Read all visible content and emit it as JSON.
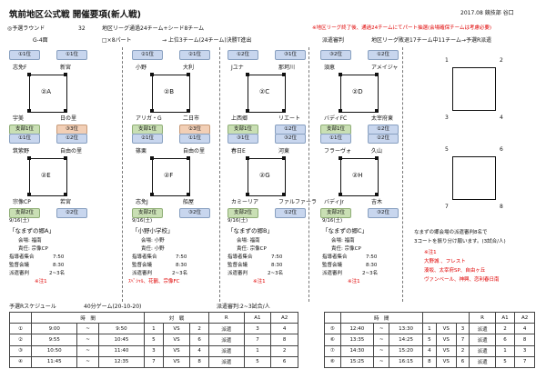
{
  "header": {
    "title": "筑前地区公式戦 開催要項(新人戦)",
    "date_author": "2017.08 競技部 谷口"
  },
  "info": {
    "round_label": "◎予選ラウンド",
    "teams_count": "32",
    "teams_desc": "地区リーグ通過24チーム+シード8チーム",
    "red_note": "※地区リーグ終了後、通過24チームにてパート抽選(会場確保チームは考慮必要)",
    "g4": "G-4面",
    "parts": "□×8パート",
    "advance": "→ 上位3チーム(24チーム)決勝T進出",
    "dispatch_label": "派遣審判",
    "dispatch_desc": "地区リーグ敗退17チーム中11チーム→予選R派遣"
  },
  "groups": [
    {
      "letter": "A",
      "top": [
        "①1位",
        "①1位"
      ],
      "top_teams": [
        "志免F",
        "新宮"
      ],
      "bottom_teams": [
        "宇美",
        "日の里"
      ],
      "bottom": [
        "支部1位",
        "③3位"
      ],
      "nums": [
        "①",
        "④",
        "③",
        "②"
      ]
    },
    {
      "letter": "B",
      "top": [
        "②1位",
        "②1位"
      ],
      "top_teams": [
        "小野",
        "大利"
      ],
      "bottom_teams": [
        "アリガ・G",
        "二日市"
      ],
      "bottom": [
        "支部1位",
        "②3位"
      ],
      "nums": [
        "①",
        "④",
        "③",
        "②"
      ]
    },
    {
      "letter": "C",
      "top": [
        "①2位",
        "③1位"
      ],
      "top_teams": [
        "Jユナ",
        "那珂川"
      ],
      "bottom_teams": [
        "上西郷",
        "リエート"
      ],
      "bottom": [
        "支部1位",
        "①2位"
      ],
      "nums": [
        "①",
        "④",
        "③",
        "②"
      ]
    },
    {
      "letter": "D",
      "top": [
        "③2位",
        "①2位"
      ],
      "top_teams": [
        "須恵",
        "アメイジャ"
      ],
      "bottom_teams": [
        "バディFC",
        "太宰府東"
      ],
      "bottom": [
        "支部1位",
        "①2位"
      ],
      "nums": [
        "①",
        "④",
        "③",
        "②"
      ]
    },
    {
      "letter": "E",
      "top": [
        "①1位",
        "①2位"
      ],
      "top_teams": [
        "筑紫野",
        "自由の里"
      ],
      "bottom_teams": [
        "宗像CP",
        "若宮"
      ],
      "bottom": [
        "支部2位",
        "②2位"
      ],
      "nums": [
        "①",
        "④",
        "③",
        "②"
      ]
    },
    {
      "letter": "F",
      "top": [
        "②1位",
        "①1位"
      ],
      "top_teams": [
        "篠栗",
        "自由の里"
      ],
      "bottom_teams": [
        "志免J",
        "船屋"
      ],
      "bottom": [
        "支部2位",
        "③2位"
      ],
      "nums": [
        "①",
        "④",
        "③",
        "②"
      ]
    },
    {
      "letter": "G",
      "top": [
        "③1位",
        "③2位"
      ],
      "top_teams": [
        "春日E",
        "河東"
      ],
      "bottom_teams": [
        "カミーリア",
        "ファルファーラ"
      ],
      "bottom": [
        "支部2位",
        "①2位"
      ],
      "nums": [
        "①",
        "④",
        "③",
        "②"
      ]
    },
    {
      "letter": "H",
      "top": [
        "①1位",
        "②2位"
      ],
      "top_teams": [
        "フラーヴォ",
        "久山"
      ],
      "bottom_teams": [
        "バディJr",
        "吉木"
      ],
      "bottom": [
        "支部2位",
        "③2位"
      ],
      "nums": [
        "①",
        "④",
        "③",
        "②"
      ]
    }
  ],
  "extra": [
    {
      "nums": [
        "1",
        "2",
        "3",
        "4"
      ]
    },
    {
      "nums": [
        "5",
        "6",
        "7",
        "8"
      ]
    }
  ],
  "venues": [
    {
      "date": "9/16(土)",
      "name": "「なまずの郷A」",
      "venue": "会場: 福南",
      "resp": "責任: 宗像CP",
      "refs": "指導者集合",
      "refs_t": "7:50",
      "mgr": "監督会議",
      "mgr_t": "8:30",
      "disp": "派遣審判",
      "disp_v": "2~3名",
      "note": "※注1"
    },
    {
      "date": "9/16(土)",
      "name": "「小野小学校」",
      "venue": "会場: 小野",
      "resp": "責任: 小野",
      "refs": "指導者集合",
      "refs_t": "7:50",
      "mgr": "監督会議",
      "mgr_t": "8:30",
      "disp": "派遣審判",
      "disp_v": "2~3名",
      "note": "ｽﾍﾟｼｬﾙ、花鶴、宗像FC"
    },
    {
      "date": "9/16(土)",
      "name": "「なまずの郷B」",
      "venue": "会場: 福南",
      "resp": "責任: 宗像CP",
      "refs": "指導者集合",
      "refs_t": "7:50",
      "mgr": "監督会議",
      "mgr_t": "8:30",
      "disp": "派遣審判",
      "disp_v": "2~3名",
      "note": "※注1"
    },
    {
      "date": "9/16(土)",
      "name": "「なまずの郷C」",
      "venue": "会場: 福南",
      "resp": "責任: 宗像CP",
      "refs": "指導者集合",
      "refs_t": "7:50",
      "mgr": "監督会議",
      "mgr_t": "8:30",
      "disp": "派遣審判",
      "disp_v": "2~3名",
      "note": "※注1"
    }
  ],
  "right_note": {
    "line1": "なまずの郷会場の派遣審判8名で",
    "line2": "3コートを振り分け願います。(3試合/人)",
    "red_title": "※注1",
    "red_lines": [
      "大野城 、フレスト",
      "湊坂、太宰府SP、自由ヶ丘",
      "ヴァンベール、神興、恋利春日南"
    ]
  },
  "schedule": {
    "label": "予選Rスケジュール",
    "desc": "40分ゲーム(20-10-20)",
    "disp": "派遣審判:2~3試合/人",
    "headers": [
      "時　間",
      "",
      "対　戦",
      "",
      "R",
      "A1",
      "A2"
    ],
    "rows_left": [
      [
        "①",
        "9:00",
        "~",
        "9:50",
        "1",
        "VS",
        "2",
        "派遣",
        "3",
        "4"
      ],
      [
        "②",
        "9:55",
        "~",
        "10:45",
        "5",
        "VS",
        "6",
        "派遣",
        "7",
        "8"
      ],
      [
        "③",
        "10:50",
        "~",
        "11:40",
        "3",
        "VS",
        "4",
        "派遣",
        "1",
        "2"
      ],
      [
        "④",
        "11:45",
        "~",
        "12:35",
        "7",
        "VS",
        "8",
        "派遣",
        "5",
        "6"
      ]
    ],
    "rows_right": [
      [
        "⑤",
        "12:40",
        "~",
        "13:30",
        "1",
        "VS",
        "3",
        "派遣",
        "2",
        "4"
      ],
      [
        "⑥",
        "13:35",
        "~",
        "14:25",
        "5",
        "VS",
        "7",
        "派遣",
        "6",
        "8"
      ],
      [
        "⑦",
        "14:30",
        "~",
        "15:20",
        "4",
        "VS",
        "2",
        "派遣",
        "1",
        "3"
      ],
      [
        "⑧",
        "15:25",
        "~",
        "16:15",
        "8",
        "VS",
        "6",
        "派遣",
        "5",
        "7"
      ]
    ]
  }
}
